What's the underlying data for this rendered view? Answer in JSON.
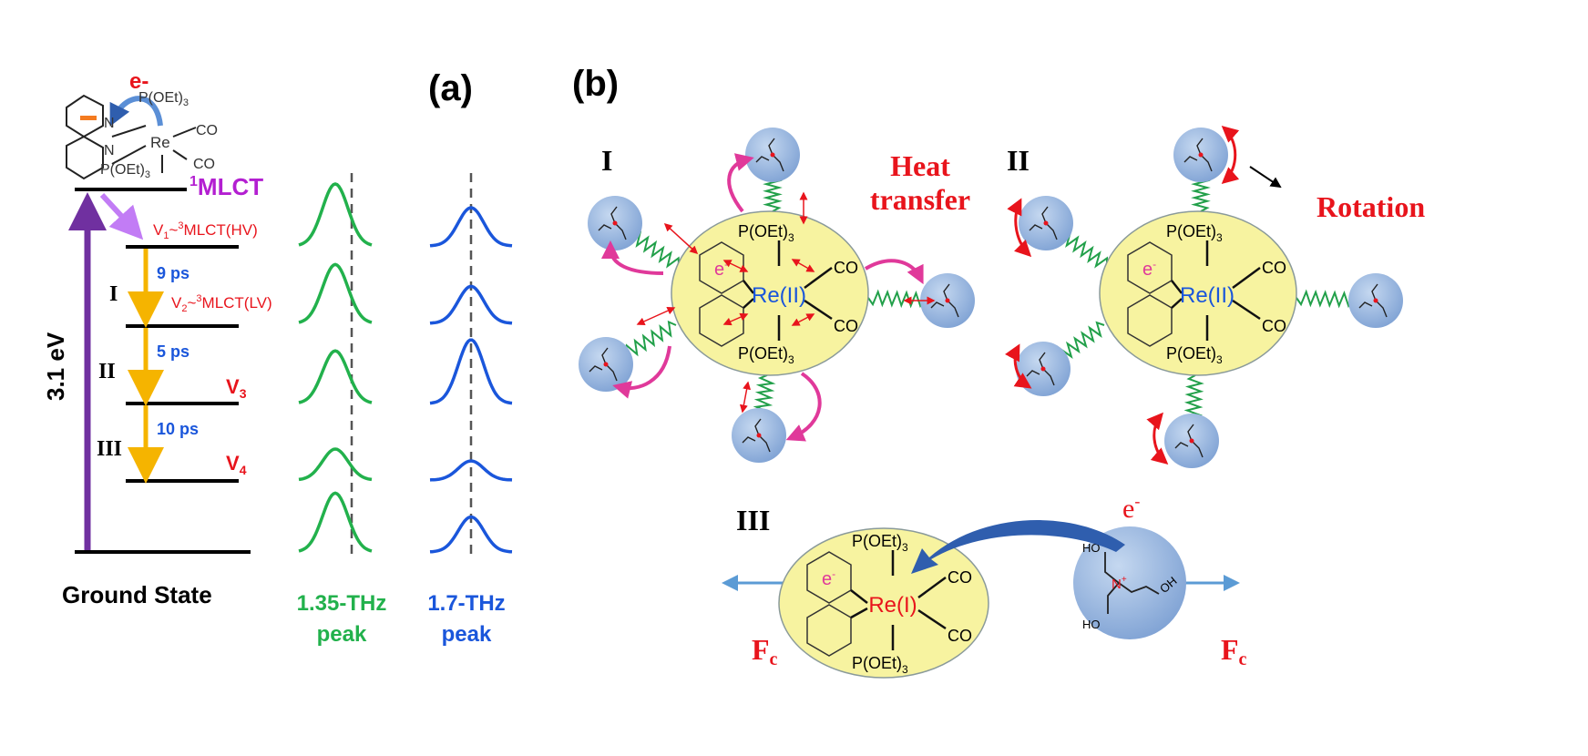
{
  "panel_a": {
    "label": "(a)",
    "molecule": {
      "electron": "e-",
      "ligand_top": "P(OEt)",
      "ligand_bottom": "P(OEt)",
      "sub3": "3",
      "metal": "Re",
      "n": "N",
      "co": "CO"
    },
    "levels": {
      "s1": {
        "sup": "1",
        "text": "MLCT"
      },
      "v1": {
        "v": "V",
        "sub": "1",
        "mid": "~",
        "sup": "3",
        "text": "MLCT(HV)"
      },
      "v2": {
        "v": "V",
        "sub": "2",
        "mid": "~",
        "sup": "3",
        "text": "MLCT(LV)"
      },
      "v3": {
        "v": "V",
        "sub": "3"
      },
      "v4": {
        "v": "V",
        "sub": "4"
      },
      "ground": "Ground State"
    },
    "steps": [
      {
        "roman": "I",
        "time": "9 ps"
      },
      {
        "roman": "II",
        "time": "5 ps"
      },
      {
        "roman": "III",
        "time": "10 ps"
      }
    ],
    "energy": "3.1 eV",
    "peaks": {
      "green": {
        "line1": "1.35-THz",
        "line2": "peak",
        "color": "#22b14c",
        "relative_heights": [
          1.0,
          0.95,
          0.85,
          0.5,
          0.95
        ]
      },
      "blue": {
        "line1": "1.7-THz",
        "line2": "peak",
        "color": "#1a56db",
        "relative_heights": [
          0.6,
          0.58,
          1.0,
          0.3,
          0.55
        ]
      }
    }
  },
  "panel_b": {
    "label": "(b)",
    "I": {
      "roman": "I",
      "title1": "Heat",
      "title2": "transfer",
      "metal": "Re(II)",
      "electron": "e",
      "esup": "-",
      "ligand": "P(OEt)",
      "sub3": "3",
      "co": "CO"
    },
    "II": {
      "roman": "II",
      "title": "Rotation",
      "metal": "Re(II)",
      "electron": "e",
      "esup": "-",
      "ligand": "P(OEt)",
      "sub3": "3",
      "co": "CO"
    },
    "III": {
      "roman": "III",
      "metal": "Re(I)",
      "electron": "e",
      "esup": "-",
      "ligand": "P(OEt)",
      "sub3": "3",
      "co": "CO",
      "transfer_e": "e",
      "transfer_sup": "-",
      "force": "F",
      "force_sub": "c",
      "tea": {
        "ho": "HO",
        "oh": "OH",
        "n": "N",
        "plus": "+"
      }
    }
  },
  "colors": {
    "red": "#e8141c",
    "purple": "#b31fd1",
    "blue_text": "#1a56db",
    "orange": "#f5b400",
    "ellipse": "#f7f3a0",
    "pink": "#e0399a"
  }
}
